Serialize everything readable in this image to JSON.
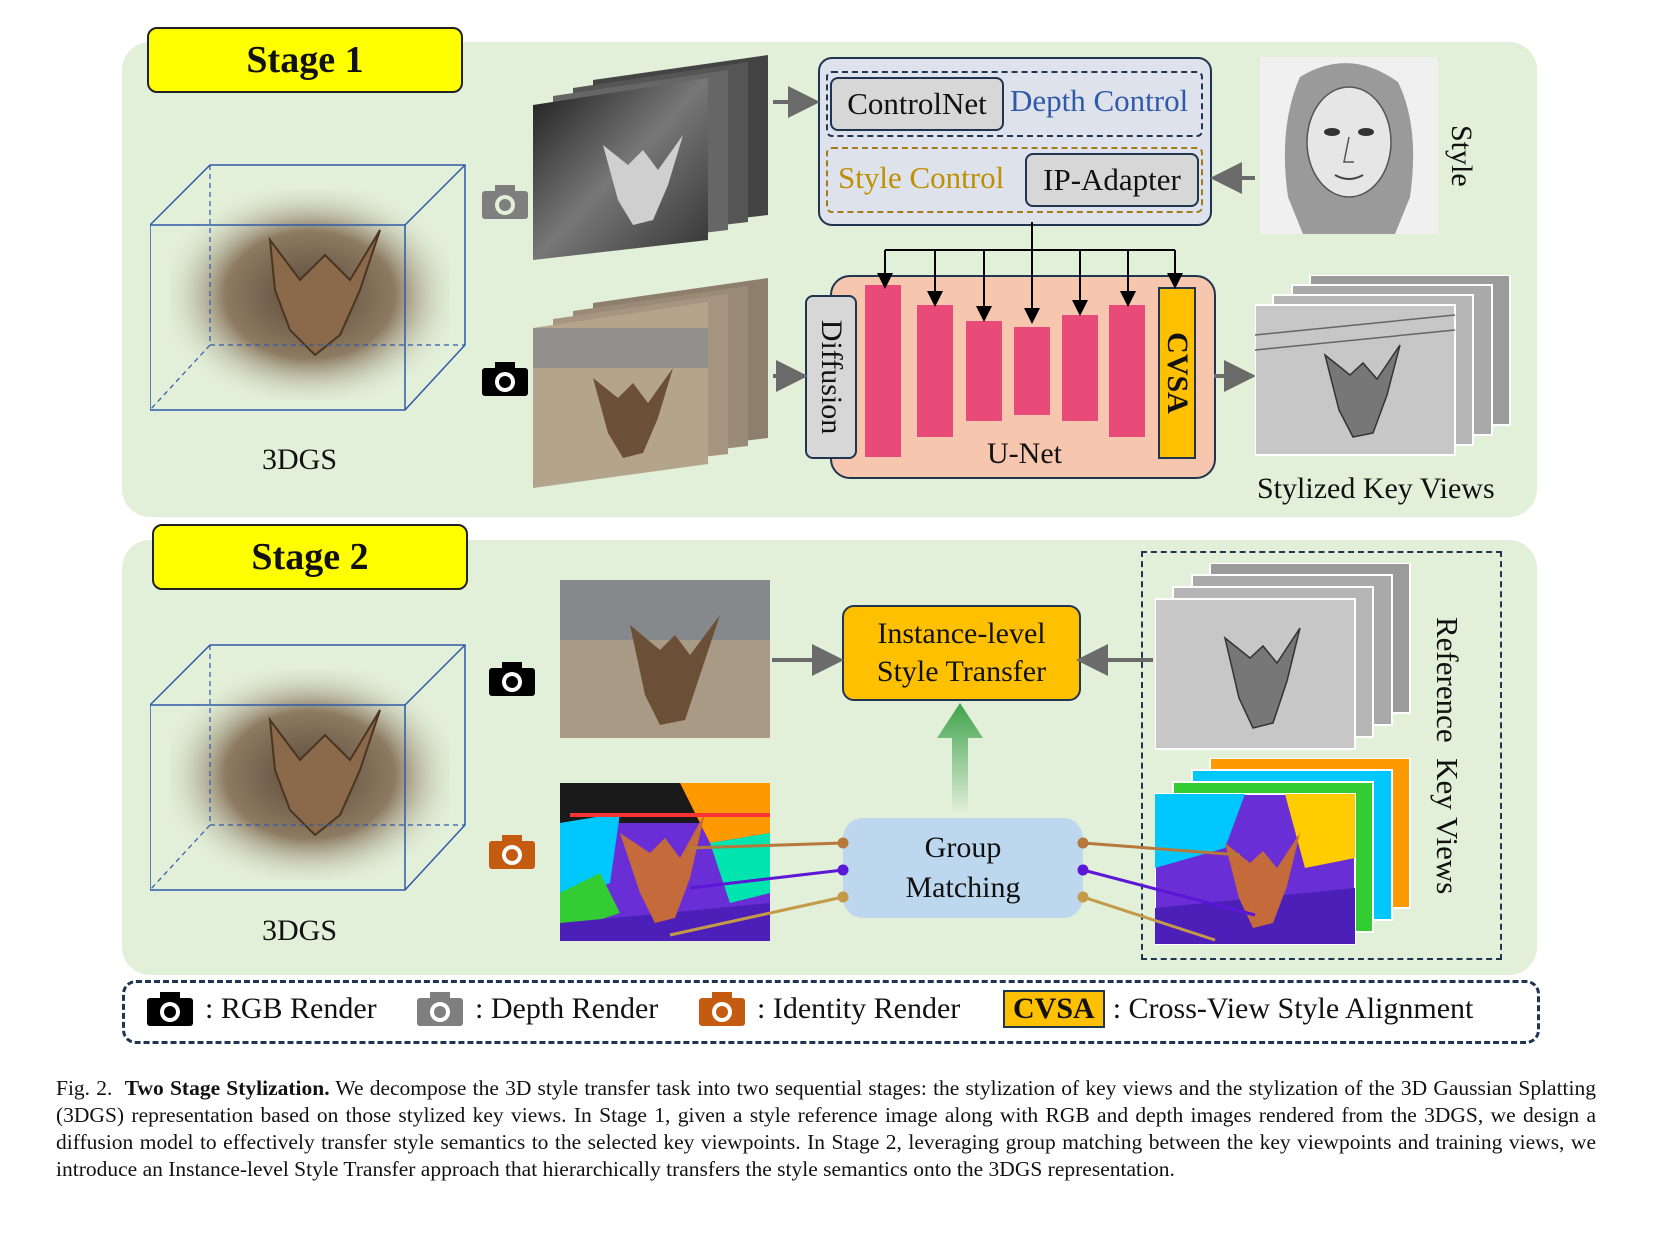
{
  "stage1": {
    "badge": "Stage 1",
    "model_label": "3DGS",
    "controlnet": "ControlNet",
    "depth_control": "Depth Control",
    "style_control": "Style Control",
    "ip_adapter": "IP-Adapter",
    "style_label": "Style",
    "diffusion": "Diffusion",
    "unet": "U-Net",
    "cvsa": "CVSA",
    "output_label": "Stylized Key Views"
  },
  "stage2": {
    "badge": "Stage 2",
    "model_label": "3DGS",
    "transfer_box": [
      "Instance-level",
      "Style Transfer"
    ],
    "group_box": [
      "Group",
      "Matching"
    ],
    "reference_label": "Reference  Key Views"
  },
  "legend": {
    "rgb": ": RGB Render",
    "depth": ": Depth Render",
    "identity": ": Identity Render",
    "cvsa_badge": "CVSA",
    "cvsa": ": Cross-View Style Alignment"
  },
  "caption": {
    "prefix": "Fig. 2.",
    "title": "Two Stage Stylization.",
    "body": "We decompose the 3D style transfer task into two sequential stages: the stylization of key views and the stylization of the 3D Gaussian Splatting (3DGS) representation based on those stylized key views. In Stage 1, given a style reference image along with RGB and depth images rendered from the 3DGS, we design a diffusion model to effectively transfer style semantics to the selected key viewpoints. In Stage 2, leveraging group matching between the key viewpoints and training views, we introduce an Instance-level Style Transfer approach that hierarchically transfers the style semantics onto the 3DGS representation."
  },
  "colors": {
    "panel": "#e2efd9",
    "badge": "#ffff00",
    "unet_bg": "#f7c6ae",
    "unet_block": "#e84a7a",
    "cvsa": "#ffc000",
    "control_box": "#dde2ec",
    "group_box": "#bdd7ee",
    "identity_cam": "#c55a11",
    "depth_cam": "#7f7f7f",
    "rgb_cam": "#000000"
  },
  "icons": [
    "rgb-camera-icon",
    "depth-camera-icon",
    "identity-camera-icon"
  ]
}
